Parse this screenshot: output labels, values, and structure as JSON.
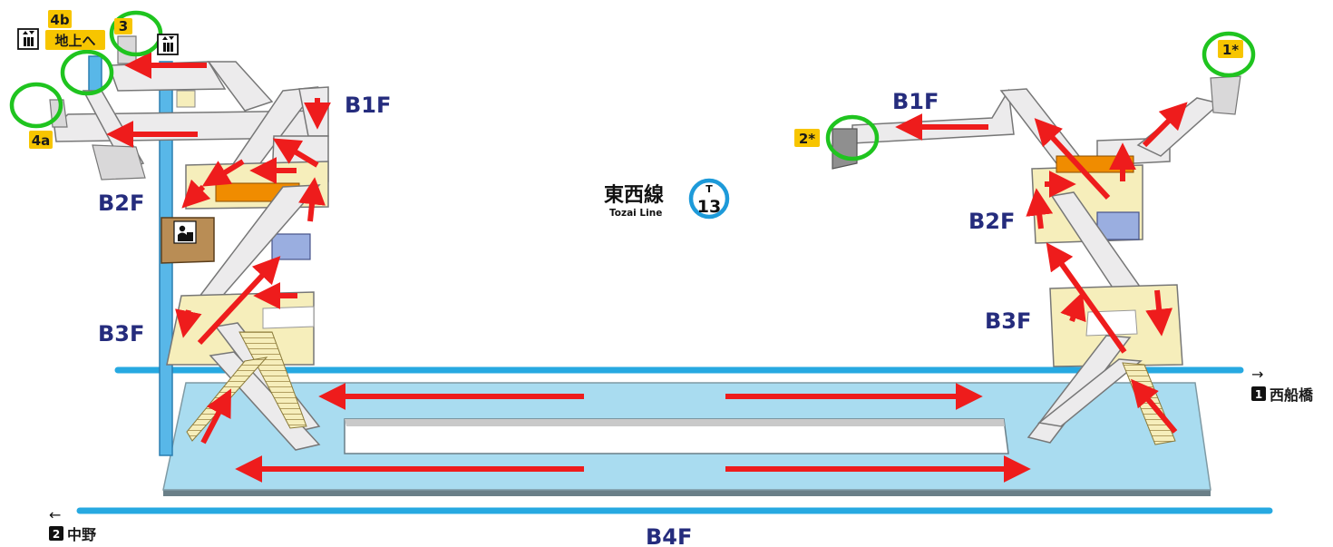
{
  "colors": {
    "floor_label": "#252c7d",
    "platform": "#a9dcf0",
    "track_line": "#27a9e1",
    "concourse": "#f6eebb",
    "walkway": "#ecebec",
    "arrow": "#ee1c1c",
    "highlight_circle": "#1fc41f",
    "exit_tag": "#f7c500",
    "gate": "#f08c00",
    "elevator": "#9aaee0",
    "line_circle": "#1d9ad9"
  },
  "line": {
    "name_jp": "東西線",
    "name_en": "Tozai Line",
    "code_letter": "T",
    "code_number": "13"
  },
  "floors": {
    "left_b1": "B1F",
    "left_b2": "B2F",
    "left_b3": "B3F",
    "right_b1": "B1F",
    "right_b2": "B2F",
    "right_b3": "B3F",
    "platform": "B4F"
  },
  "exits": {
    "e4b": "4b",
    "e4b_caption": "地上へ",
    "e3": "3",
    "e4a": "4a",
    "e2": "2*",
    "e1": "1*"
  },
  "directions": {
    "east_number": "1",
    "east_name": "西船橋",
    "east_arrow": "→",
    "west_number": "2",
    "west_name": "中野",
    "west_arrow": "←"
  },
  "icons": [
    "elevator-icon",
    "elevator-icon",
    "station-office-icon"
  ]
}
